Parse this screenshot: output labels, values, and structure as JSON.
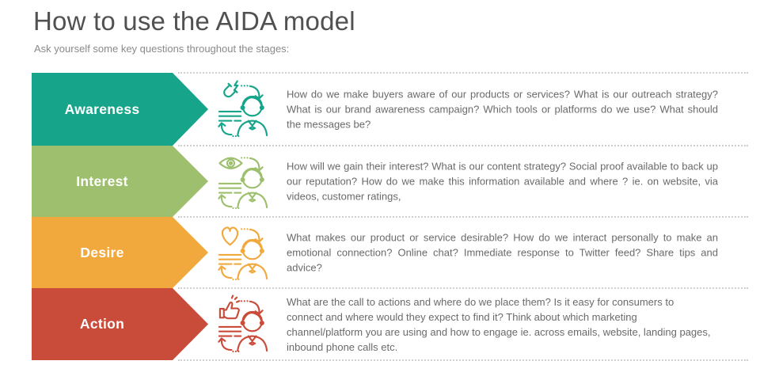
{
  "header": {
    "title": "How to use the AIDA model",
    "subtitle": "Ask yourself some key questions throughout the stages:"
  },
  "stages": [
    {
      "label": "Awareness",
      "color": "#16A58A",
      "icon": "magnet-attract-person-icon",
      "description": "How do we make buyers aware of our products or services? What is our outreach strategy? What is our brand awareness campaign? Which tools or platforms do we use? What should the messages be?"
    },
    {
      "label": "Interest",
      "color": "#9DBF6E",
      "icon": "eye-view-person-icon",
      "description": "How will we gain their interest? What is our content strategy? Social proof available to back up our reputation? How do we make this information available and where ? ie. on website, via videos, customer ratings,"
    },
    {
      "label": "Desire",
      "color": "#F1A93E",
      "icon": "heart-person-icon",
      "description": "What makes our product or service desirable? How do we interact personally to make an emotional connection? Online chat? Immediate response to Twitter feed? Share tips and advice?"
    },
    {
      "label": "Action",
      "color": "#C94B3A",
      "icon": "thumbs-up-person-icon",
      "description": "What are the call to actions and where do we place them? Is it easy for consumers to\nconnect and where would they expect to find it? Think about which marketing\nchannel/platform  you are using and how to engage ie. across emails, website, landing pages,\ninbound  phone calls etc."
    }
  ],
  "divider_color": "#CFCFCF"
}
